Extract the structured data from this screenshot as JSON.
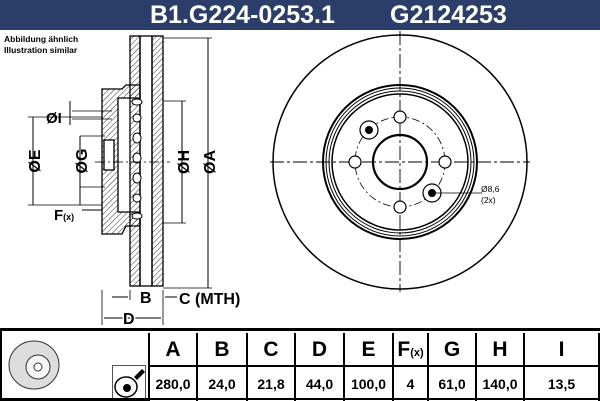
{
  "header": {
    "part_number": "B1.G224-0253.1",
    "alt_number": "G2124253",
    "background": "#2b3e69"
  },
  "note": {
    "line1": "Abbildung ähnlich",
    "line2": "Illustration similar"
  },
  "drawing": {
    "labels": {
      "I": "ØI",
      "E": "ØE",
      "G": "ØG",
      "H": "ØH",
      "A": "ØA",
      "F": "F",
      "F_sub": "(x)",
      "B": "B",
      "C": "C (MTH)",
      "D": "D"
    },
    "hole_note": {
      "diameter": "Ø8,6",
      "count": "(2x)"
    }
  },
  "table": {
    "icons": [
      "brake-disc-icon",
      "lubricant-spray-icon"
    ],
    "headers": [
      "A",
      "B",
      "C",
      "D",
      "E",
      "F",
      "G",
      "H",
      "I"
    ],
    "f_sub": "(x)",
    "values": [
      "280,0",
      "24,0",
      "21,8",
      "44,0",
      "100,0",
      "4",
      "61,0",
      "140,0",
      "13,5"
    ]
  }
}
